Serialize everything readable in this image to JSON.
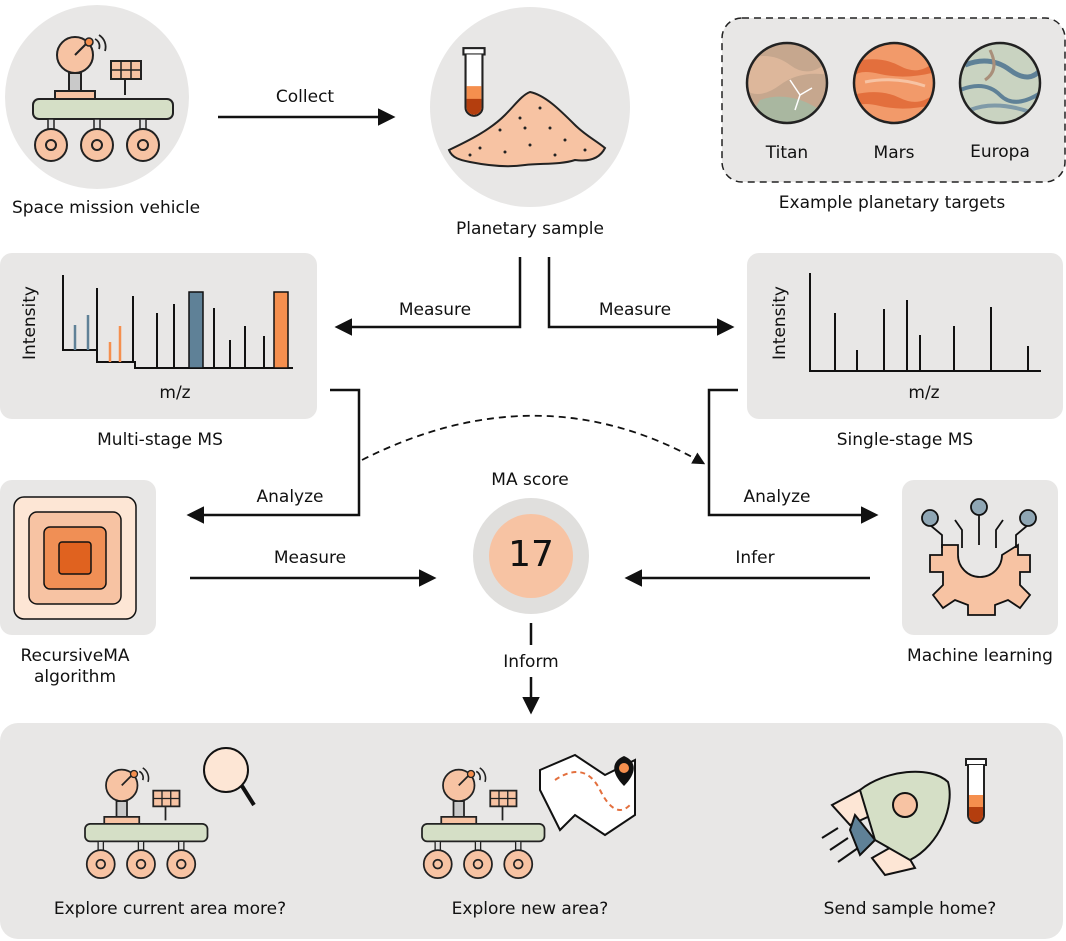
{
  "nodes": {
    "vehicle": "Space mission vehicle",
    "sample": "Planetary sample",
    "targets_caption": "Example planetary targets",
    "titan": "Titan",
    "mars": "Mars",
    "europa": "Europa",
    "multi_ms": "Multi-stage MS",
    "single_ms": "Single-stage MS",
    "recursive_1": "RecursiveMA",
    "recursive_2": "algorithm",
    "ml": "Machine learning",
    "ma_score_title": "MA score",
    "ma_score_value": "17"
  },
  "edges": {
    "collect": "Collect",
    "measure_left": "Measure",
    "measure_right": "Measure",
    "analyze_left": "Analyze",
    "analyze_right": "Analyze",
    "measure_bottom": "Measure",
    "infer": "Infer",
    "inform": "Inform"
  },
  "plots": {
    "ylabel": "Intensity",
    "xlabel": "m/z"
  },
  "decisions": {
    "explore_current": "Explore current area more?",
    "explore_new": "Explore new area?",
    "send_home": "Send sample home?"
  },
  "colors": {
    "panel": "#e8e7e6",
    "accent_orange": "#f58f4e",
    "accent_blue": "#5f8197",
    "peach": "#f7c3a3",
    "rover_green": "#d5dfc6"
  },
  "icons": [
    "rover-icon",
    "test-tube-icon",
    "sand-pile-icon",
    "titan-icon",
    "mars-icon",
    "europa-icon",
    "square-spiral-icon",
    "gear-network-icon",
    "magnifier-icon",
    "map-pin-icon",
    "rocket-icon"
  ]
}
